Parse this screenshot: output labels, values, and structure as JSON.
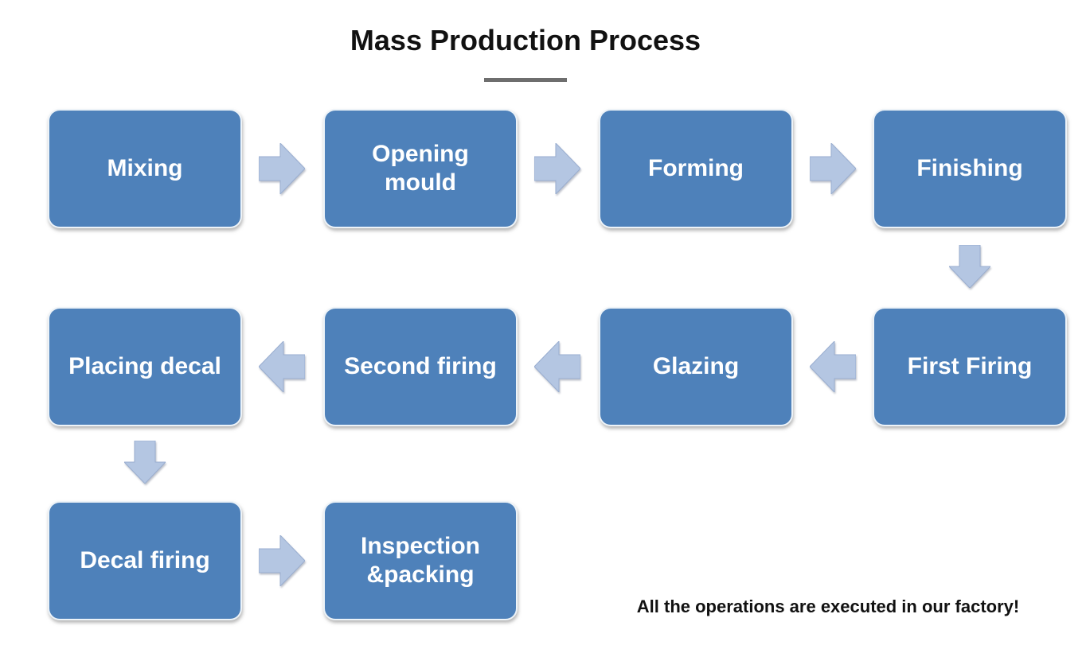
{
  "title": "Mass Production Process",
  "footer_note": "All the operations are executed in our factory!",
  "colors": {
    "box_fill": "#4e81ba",
    "box_text": "#ffffff",
    "arrow_fill": "#b4c6e2",
    "arrow_edge": "#9aaed0",
    "title_text": "#111111",
    "underline": "#6e6e6e",
    "background": "#ffffff"
  },
  "steps": [
    {
      "label": "Mixing"
    },
    {
      "label": "Opening mould"
    },
    {
      "label": "Forming"
    },
    {
      "label": "Finishing"
    },
    {
      "label": "First Firing"
    },
    {
      "label": "Glazing"
    },
    {
      "label": "Second firing"
    },
    {
      "label": "Placing decal"
    },
    {
      "label": "Decal firing"
    },
    {
      "label": "Inspection &packing"
    }
  ]
}
